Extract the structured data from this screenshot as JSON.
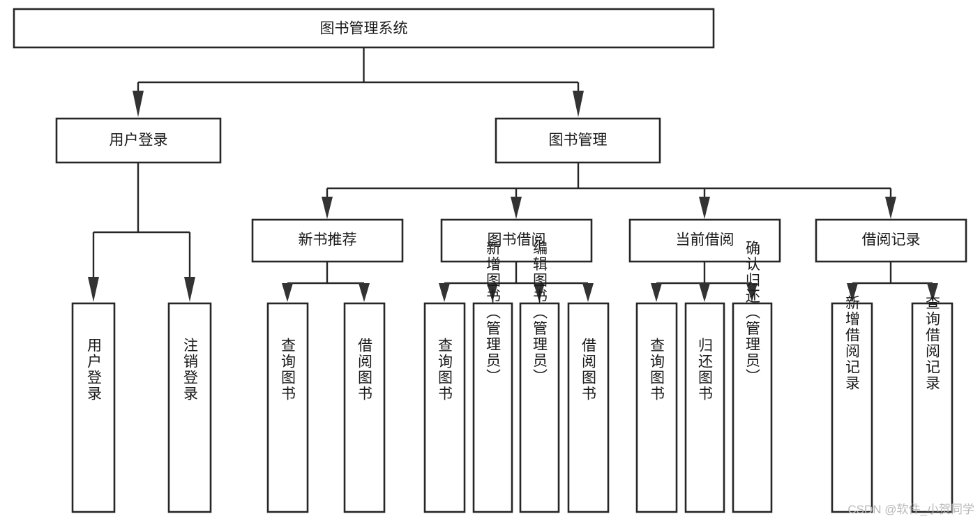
{
  "diagram": {
    "type": "tree-hierarchy",
    "root": {
      "id": "root",
      "label": "图书管理系统"
    },
    "level2": [
      {
        "id": "user-login",
        "label": "用户登录"
      },
      {
        "id": "book-manage",
        "label": "图书管理"
      }
    ],
    "level3": [
      {
        "id": "new-book-rec",
        "label": "新书推荐",
        "parent": "book-manage"
      },
      {
        "id": "book-borrow",
        "label": "图书借阅",
        "parent": "book-manage"
      },
      {
        "id": "current-borrow",
        "label": "当前借阅",
        "parent": "book-manage"
      },
      {
        "id": "borrow-record",
        "label": "借阅记录",
        "parent": "book-manage"
      }
    ],
    "leaves": [
      {
        "id": "leaf-user-login",
        "label": "用户登录",
        "parent": "user-login"
      },
      {
        "id": "leaf-user-logout",
        "label": "注销登录",
        "parent": "user-login"
      },
      {
        "id": "leaf-query-book-1",
        "label": "查询图书",
        "parent": "new-book-rec"
      },
      {
        "id": "leaf-borrow-book-1",
        "label": "借阅图书",
        "parent": "new-book-rec"
      },
      {
        "id": "leaf-query-book-2",
        "label": "查询图书",
        "parent": "book-borrow"
      },
      {
        "id": "leaf-add-book",
        "label": "新增图书（管理员）",
        "parent": "book-borrow"
      },
      {
        "id": "leaf-edit-book",
        "label": "编辑图书（管理员）",
        "parent": "book-borrow"
      },
      {
        "id": "leaf-borrow-book-2",
        "label": "借阅图书",
        "parent": "book-borrow"
      },
      {
        "id": "leaf-query-book-3",
        "label": "查询图书",
        "parent": "current-borrow"
      },
      {
        "id": "leaf-return-book",
        "label": "归还图书",
        "parent": "current-borrow"
      },
      {
        "id": "leaf-confirm-return",
        "label": "确认归还（管理员）",
        "parent": "current-borrow"
      },
      {
        "id": "leaf-add-record",
        "label": "新增借阅记录",
        "parent": "borrow-record"
      },
      {
        "id": "leaf-query-record",
        "label": "查询借阅记录",
        "parent": "borrow-record"
      }
    ]
  },
  "watermark": {
    "text": "CSDN @软件_小贺同学"
  },
  "colors": {
    "box_stroke": "#262626",
    "box_fill": "#ffffff",
    "connector": "#262626",
    "text": "#1a1a1a",
    "watermark": "#b9b9b9",
    "background": "#ffffff"
  }
}
